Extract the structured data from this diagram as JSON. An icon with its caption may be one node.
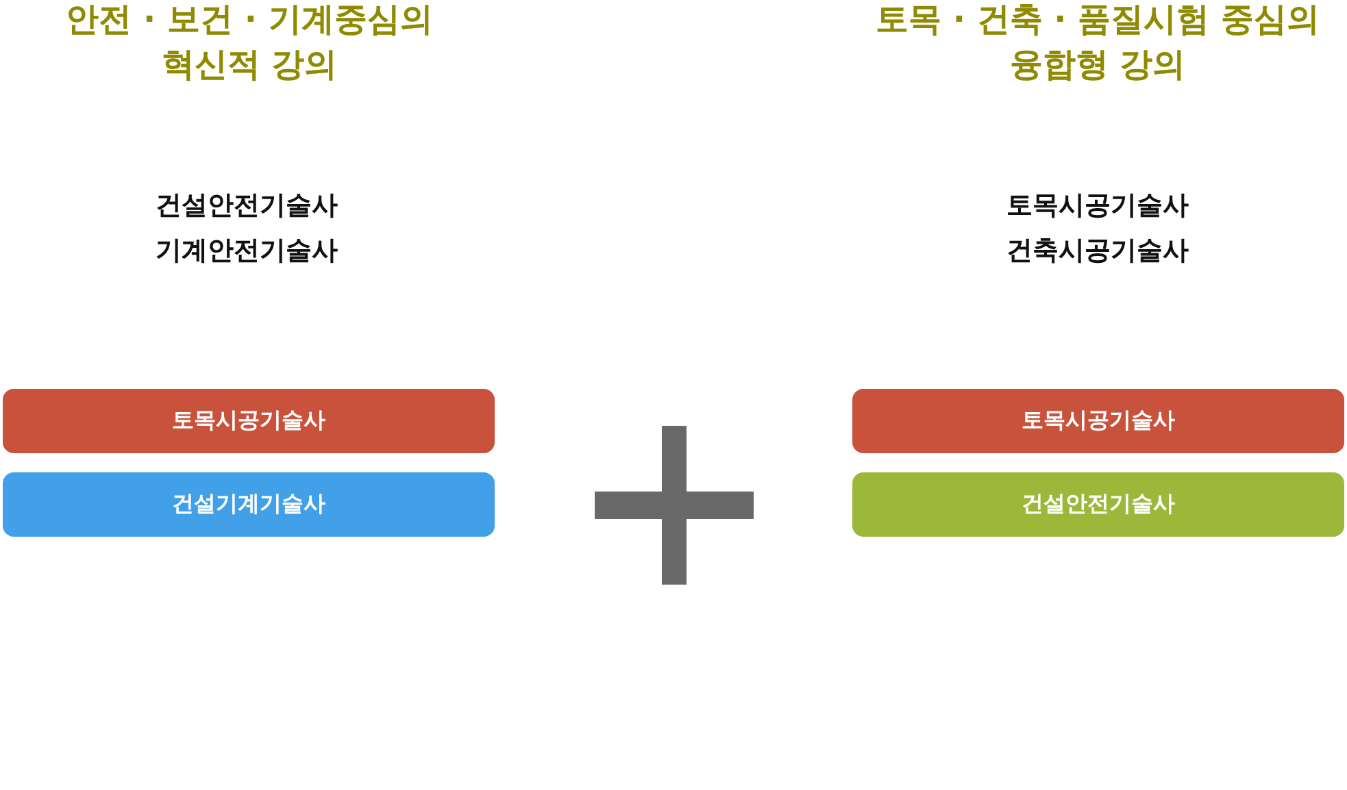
{
  "diagram": {
    "nodes": [
      {
        "text": [
          "토목시공기술사"
        ]
      },
      {
        "text": [
          "건설기계기술사"
        ]
      },
      {
        "text": [
          "토목시공기술사"
        ]
      },
      {
        "text": [
          "건설안전기술사"
        ]
      }
    ],
    "labels": [
      "안전 · 보건 · 기계중심의 혁신적 강의",
      "토목 · 건축 · 품질시험 중심의 융합형 강의",
      "건설안전기술사",
      "기계안전기술사",
      "토목시공기술사",
      "건축시공기술사"
    ]
  }
}
